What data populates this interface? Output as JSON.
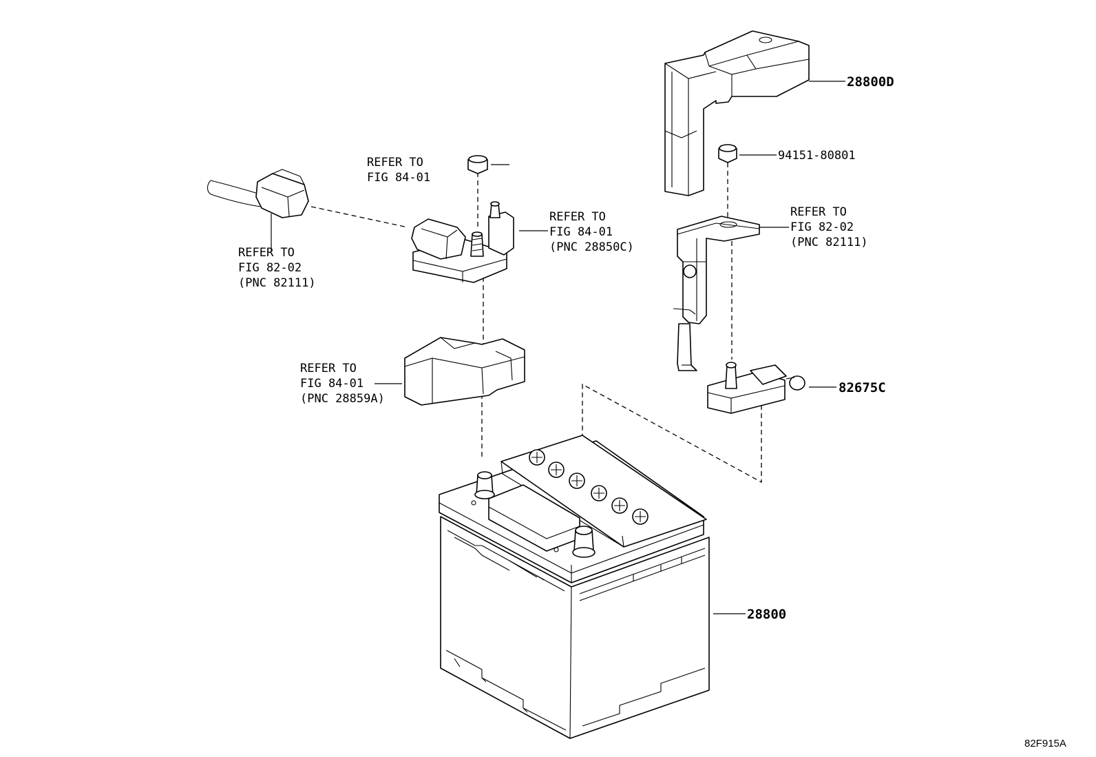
{
  "callouts": {
    "cover_top": "28800D",
    "nut": "94151-80801",
    "terminal_right": "82675C",
    "battery": "28800",
    "refer_nut_left": [
      "REFER TO",
      "FIG 84-01"
    ],
    "refer_terminal_left": [
      "REFER TO",
      "FIG 84-01",
      "(PNC 28850C)"
    ],
    "refer_connector": [
      "REFER TO",
      "FIG 82-02",
      "(PNC 82111)"
    ],
    "refer_cover_left": [
      "REFER TO",
      "FIG 84-01",
      "(PNC 28859A)"
    ],
    "refer_bracket_right": [
      "REFER TO",
      "FIG 82-02",
      "(PNC 82111)"
    ]
  },
  "figure_id": "82F915A"
}
